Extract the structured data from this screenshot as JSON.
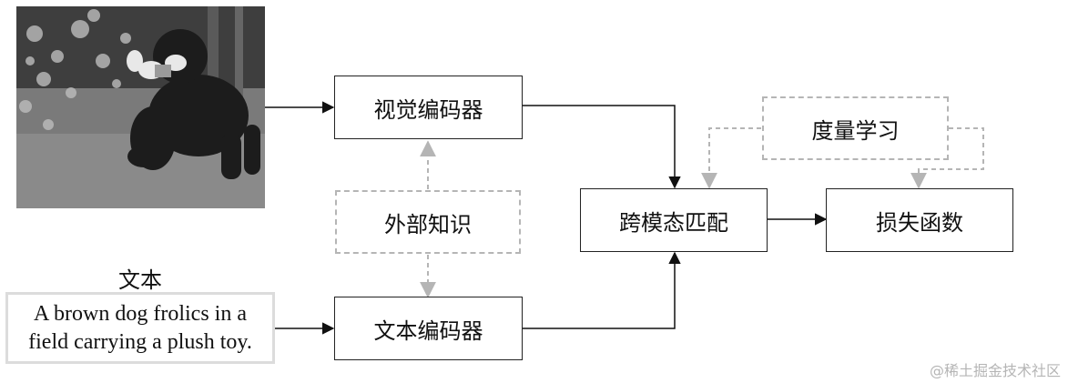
{
  "nodes": {
    "visual_encoder": "视觉编码器",
    "text_encoder": "文本编码器",
    "external_knowledge": "外部知识",
    "cross_modal_matching": "跨模态匹配",
    "metric_learning": "度量学习",
    "loss_function": "损失函数"
  },
  "text_input": {
    "label": "文本",
    "caption_line1": "A brown dog frolics in a",
    "caption_line2": "field carrying a plush toy."
  },
  "watermark": "@稀土掘金技术社区"
}
